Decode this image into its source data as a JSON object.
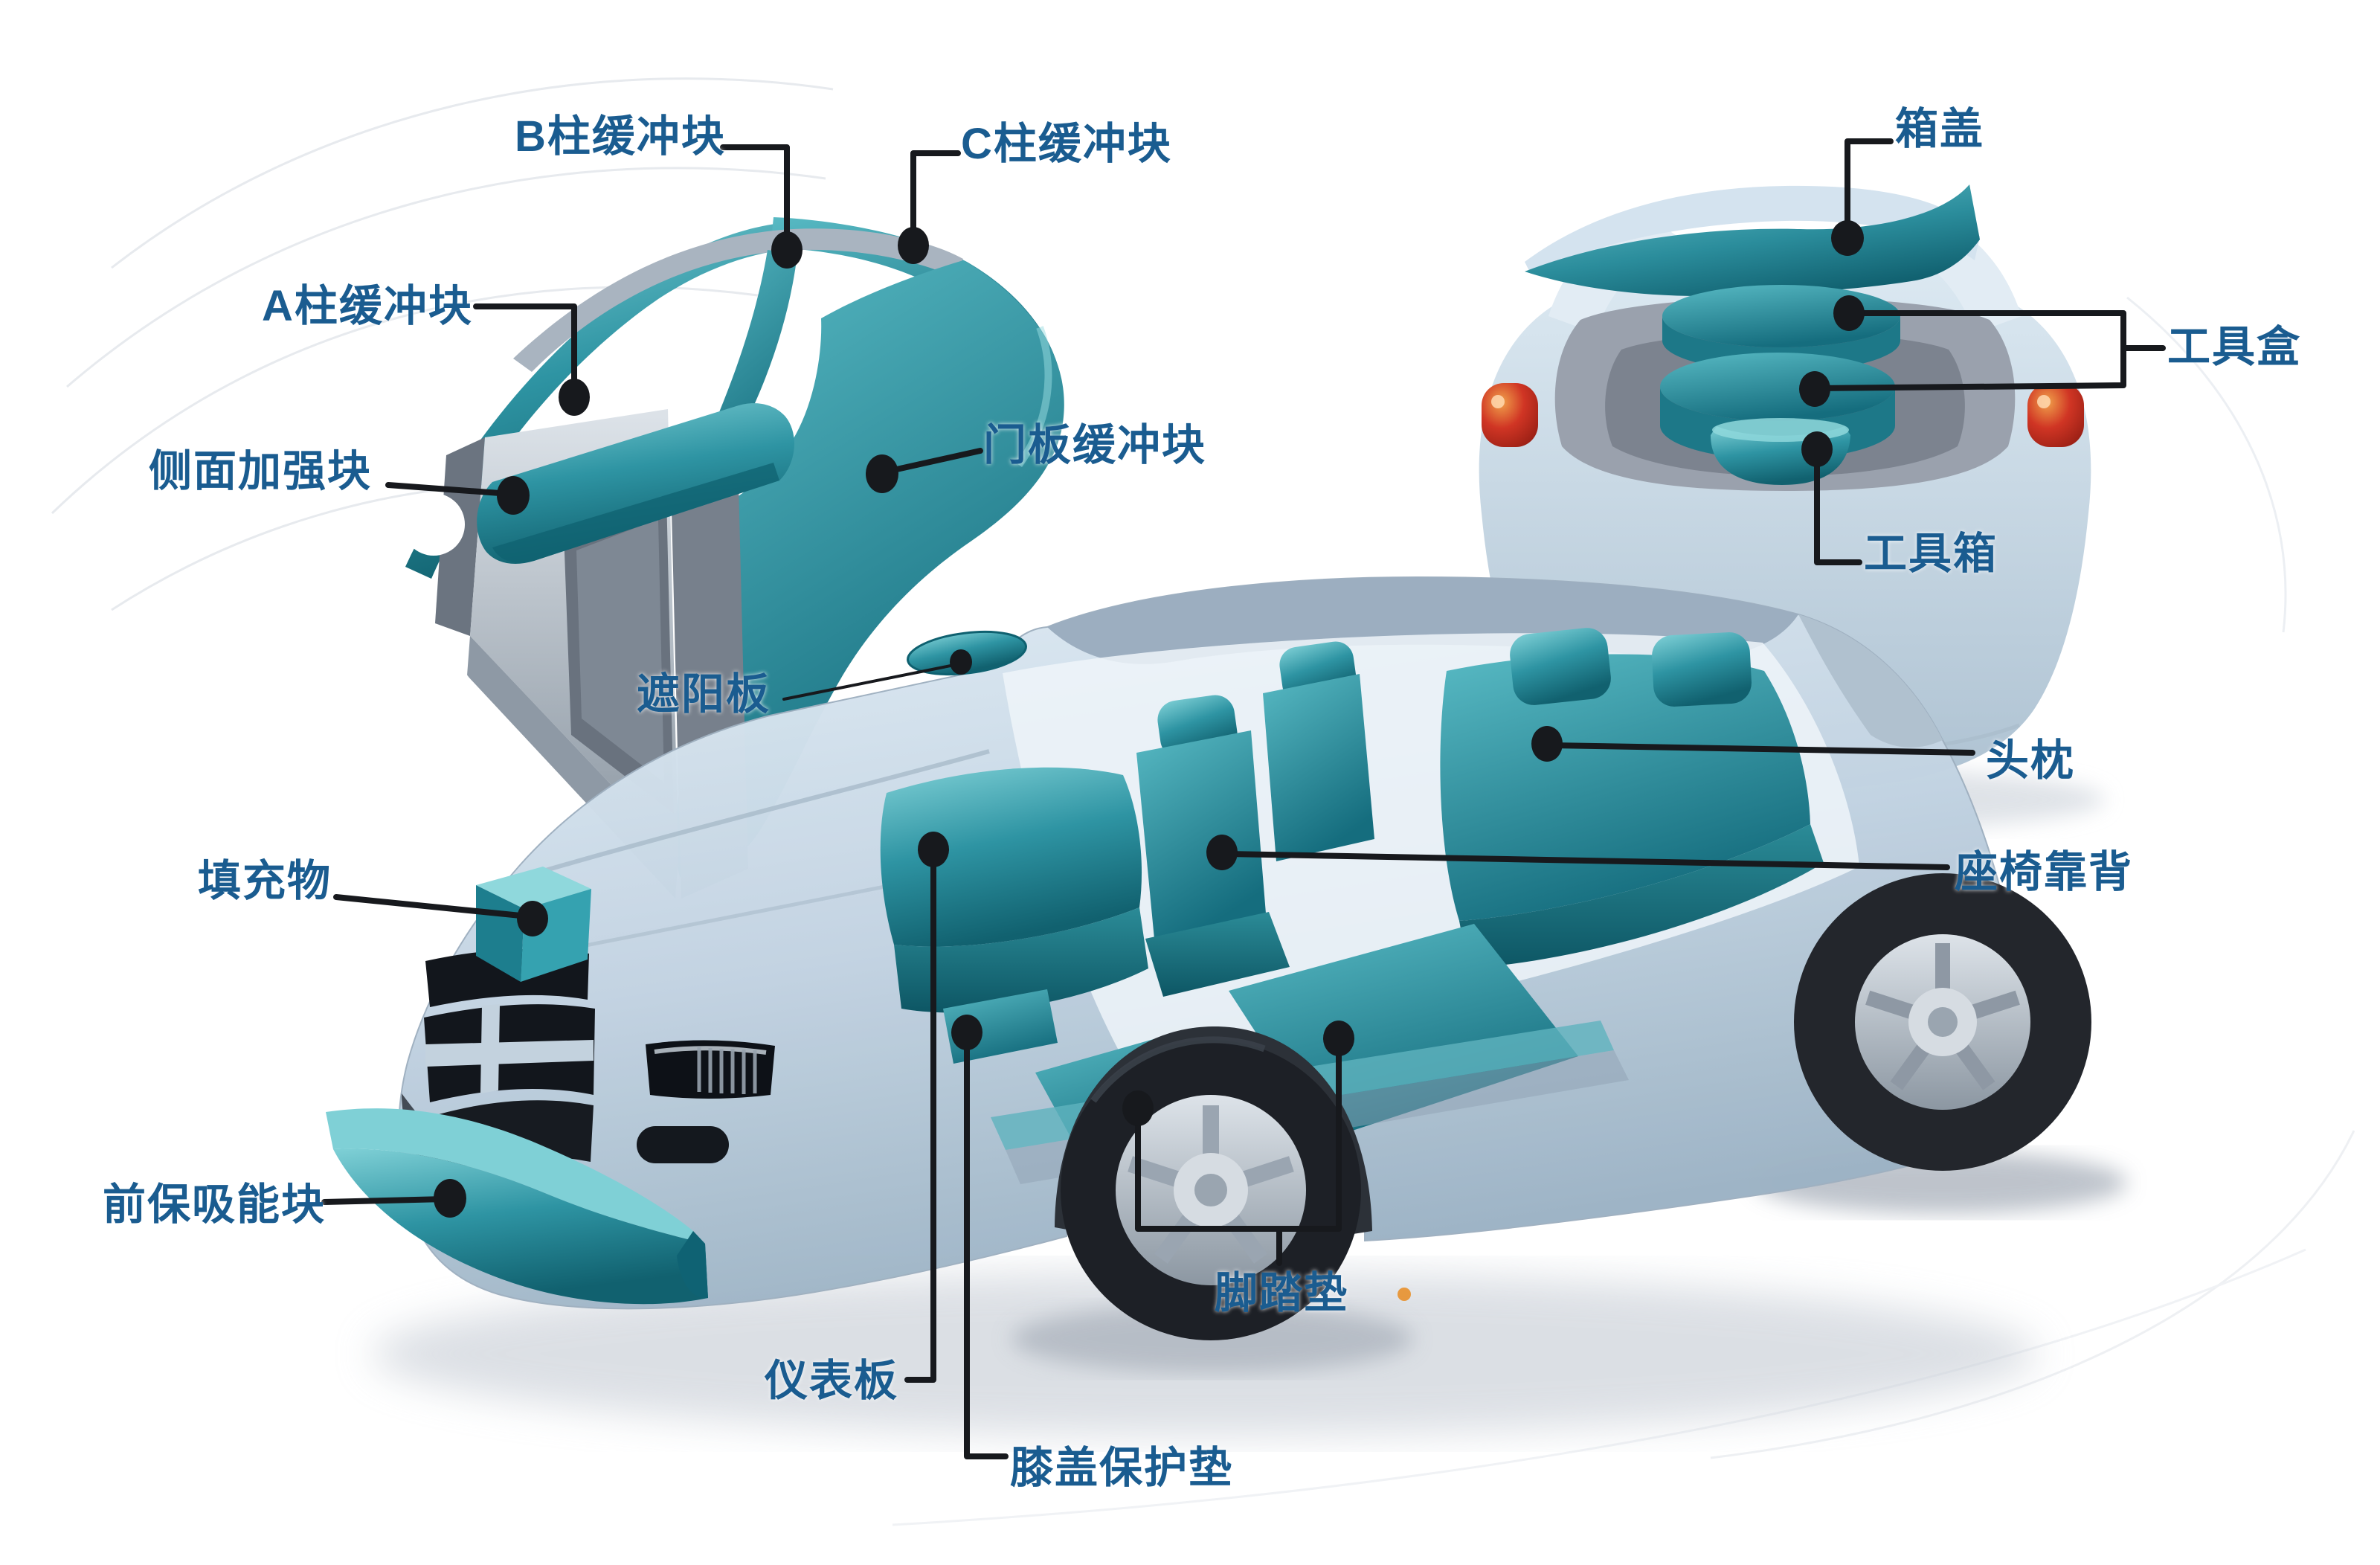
{
  "palette": {
    "label_text": "#1a5c90",
    "leader_line": "#17191d",
    "foam_teal": "#2e94a3",
    "foam_teal_light": "#7fd0d6",
    "foam_teal_dark": "#0f6170",
    "car_body_blue": "#c2d3e2",
    "door_gray": "#8b96a2",
    "taillight_red": "#c22a1e",
    "background": "#ffffff"
  },
  "labels": [
    {
      "id": "a-pillar-buffer",
      "text": "A柱缓冲块"
    },
    {
      "id": "b-pillar-buffer",
      "text": "B柱缓冲块"
    },
    {
      "id": "c-pillar-buffer",
      "text": "C柱缓冲块"
    },
    {
      "id": "side-reinforcement",
      "text": "侧面加强块"
    },
    {
      "id": "door-panel-buffer",
      "text": "门板缓冲块"
    },
    {
      "id": "trunk-lid",
      "text": "箱盖"
    },
    {
      "id": "tool-tray",
      "text": "工具盒"
    },
    {
      "id": "tool-box",
      "text": "工具箱"
    },
    {
      "id": "sun-visor",
      "text": "遮阳板"
    },
    {
      "id": "headrest",
      "text": "头枕"
    },
    {
      "id": "filler",
      "text": "填充物"
    },
    {
      "id": "seat-back",
      "text": "座椅靠背"
    },
    {
      "id": "front-bumper-absorber",
      "text": "前保吸能块"
    },
    {
      "id": "floor-mat",
      "text": "脚踏垫"
    },
    {
      "id": "dashboard",
      "text": "仪表板"
    },
    {
      "id": "knee-protector",
      "text": "膝盖保护垫"
    }
  ]
}
